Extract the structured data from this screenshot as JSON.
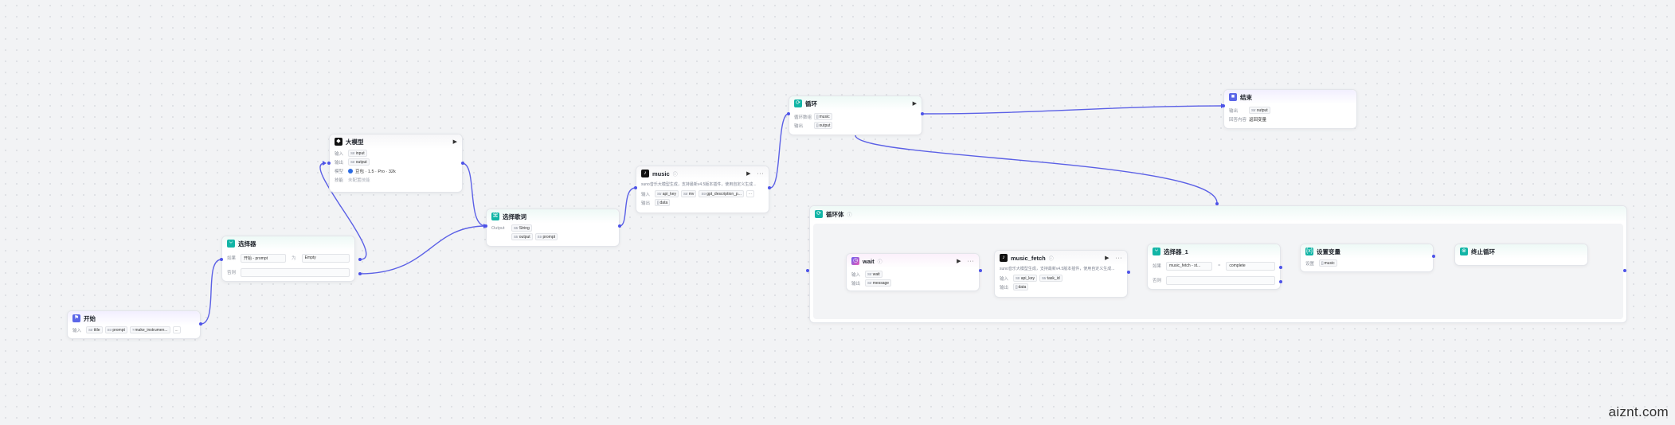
{
  "watermark": "aiznt.com",
  "nodes": {
    "start": {
      "title": "开始",
      "inputs_label": "输入",
      "inputs": [
        {
          "type": "Str",
          "name": "title"
        },
        {
          "type": "Str",
          "name": "prompt"
        },
        {
          "type": "?",
          "name": "make_instrumen..."
        }
      ],
      "more": "..."
    },
    "selector": {
      "title": "选择器",
      "if_label": "如果",
      "if_var": "开始 - prompt",
      "operator": "为",
      "compare": "Empty",
      "else_label": "否则"
    },
    "llm": {
      "title": "大模型",
      "input_label": "输入",
      "input_chip": {
        "type": "Str",
        "name": "input"
      },
      "output_label": "输出",
      "output_chip": {
        "type": "Str",
        "name": "output"
      },
      "model_label": "模型",
      "model_value": "豆包 · 1.5 · Pro · 32k",
      "skill_label": "技能",
      "skill_value": "未配置技能"
    },
    "lyrics": {
      "title": "选择歌词",
      "output_label": "Output",
      "out1": {
        "type": "Str",
        "name": "String"
      },
      "out2": {
        "type": "Str",
        "name": "output"
      },
      "out3": {
        "type": "Str",
        "name": "prompt"
      }
    },
    "music": {
      "title": "music",
      "desc": "suno音乐大模型生成，支持最新v4.5版本插件，使用自定义生成...",
      "input_label": "输入",
      "inputs": [
        {
          "type": "Str",
          "name": "api_key"
        },
        {
          "type": "Str",
          "name": "mv"
        },
        {
          "type": "Str",
          "name": "gpt_description_p..."
        }
      ],
      "more": "···",
      "output_label": "输出",
      "output_chip": {
        "type": "[]",
        "name": "data"
      }
    },
    "loop": {
      "title": "循环",
      "loop_array_label": "循环数组",
      "loop_array_chip": {
        "type": "[]",
        "name": "music"
      },
      "output_label": "输出",
      "output_chip": {
        "type": "[]",
        "name": "output"
      }
    },
    "end": {
      "title": "结束",
      "output_label": "输出",
      "output_chip": {
        "type": "Str",
        "name": "output"
      },
      "answer_label": "回答内容",
      "answer_value": "返回变量"
    },
    "loop_body": {
      "title": "循环体"
    },
    "wait": {
      "title": "wait",
      "input_label": "输入",
      "input_chip": {
        "type": "Str",
        "name": "wait"
      },
      "output_label": "输出",
      "output_chip": {
        "type": "Str",
        "name": "message"
      }
    },
    "music_fetch": {
      "title": "music_fetch",
      "desc": "suno音乐大模型生成，支持最新v4.5版本插件，使用自定义生成...",
      "input_label": "输入",
      "inputs": [
        {
          "type": "Str",
          "name": "api_key"
        },
        {
          "type": "Str",
          "name": "task_id"
        }
      ],
      "output_label": "输出",
      "output_chip": {
        "type": "[]",
        "name": "data"
      }
    },
    "selector1": {
      "title": "选择器_1",
      "if_label": "如果",
      "if_var": "music_fetch - st...",
      "operator": "=",
      "compare": "complete",
      "else_label": "否则"
    },
    "setvar": {
      "title": "设置变量",
      "set_label": "设置",
      "set_chip": {
        "type": "[]",
        "name": "music"
      }
    },
    "break": {
      "title": "终止循环"
    }
  },
  "colors": {
    "edge": "#5b60e6",
    "teal_icon": "#12b5a6",
    "indigo_icon": "#5b66e8"
  },
  "icons": {
    "start": "start-icon",
    "selector": "branch-icon",
    "llm": "model-icon",
    "lyrics": "code-icon",
    "music": "plugin-icon",
    "loop": "loop-icon",
    "end": "end-icon",
    "wait": "wait-icon",
    "setvar": "variable-icon",
    "break": "break-icon"
  }
}
